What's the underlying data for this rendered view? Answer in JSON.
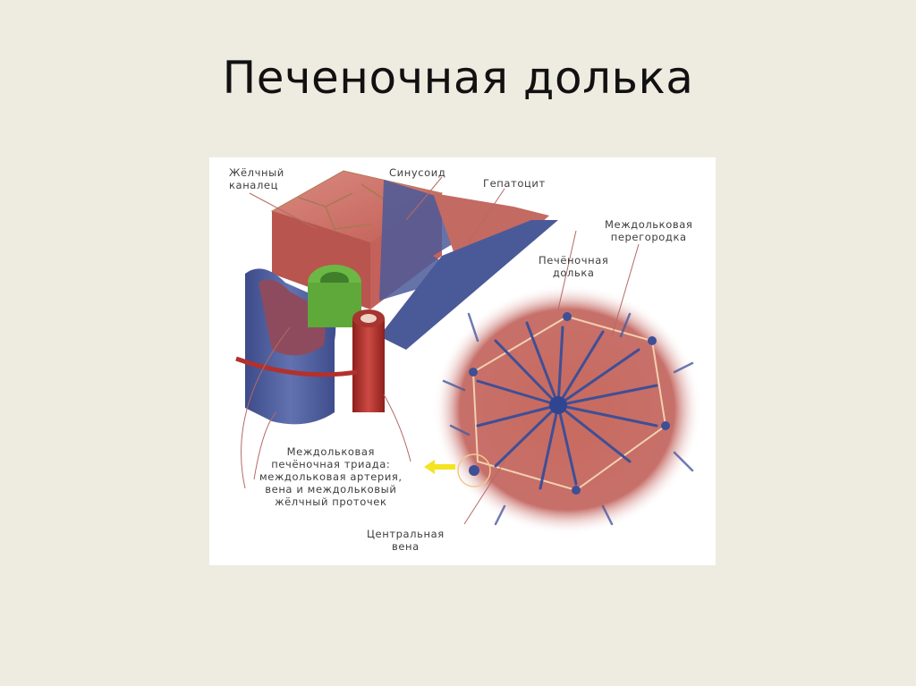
{
  "slide": {
    "title": "Печеночная долька",
    "background_color": "#eeebe1"
  },
  "figure": {
    "labels": {
      "bile_canaliculus": [
        "Жёлчный",
        "каналец"
      ],
      "sinusoid": "Синусоид",
      "hepatocyte": "Гепатоцит",
      "interlobular_septum": [
        "Междольковая",
        "перегородка"
      ],
      "hepatic_lobule": [
        "Печёночная",
        "долька"
      ],
      "portal_triad": [
        "Междольковая",
        "печёночная триада:",
        "междольковая артерия,",
        "вена и междольковый",
        "жёлчный проточек"
      ],
      "central_vein": [
        "Центральная",
        "вена"
      ]
    },
    "colors": {
      "hepatocyte": "#c8625e",
      "vein": "#4b5b9a",
      "artery": "#b4302c",
      "bile_duct": "#6bb845",
      "arrow": "#f4e321"
    }
  }
}
